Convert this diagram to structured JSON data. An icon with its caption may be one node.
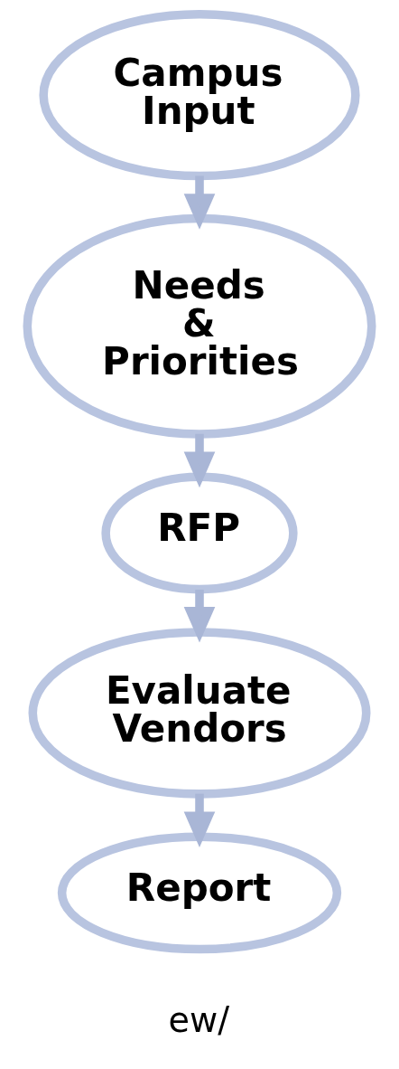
{
  "diagram": {
    "nodes": [
      {
        "text": [
          "Campus Input"
        ]
      },
      {
        "text": [
          "Needs & Priorities"
        ]
      },
      {
        "text": [
          "RFP"
        ]
      },
      {
        "text": [
          "Evaluate Vendors"
        ]
      },
      {
        "text": [
          "Report"
        ]
      }
    ],
    "edges": [
      {
        "from": 0,
        "to": 1,
        "arrow": "to"
      },
      {
        "from": 1,
        "to": 2,
        "arrow": "to"
      },
      {
        "from": 2,
        "to": 3,
        "arrow": "to"
      },
      {
        "from": 3,
        "to": 4,
        "arrow": "to"
      }
    ],
    "labels": [
      "ew/"
    ]
  }
}
